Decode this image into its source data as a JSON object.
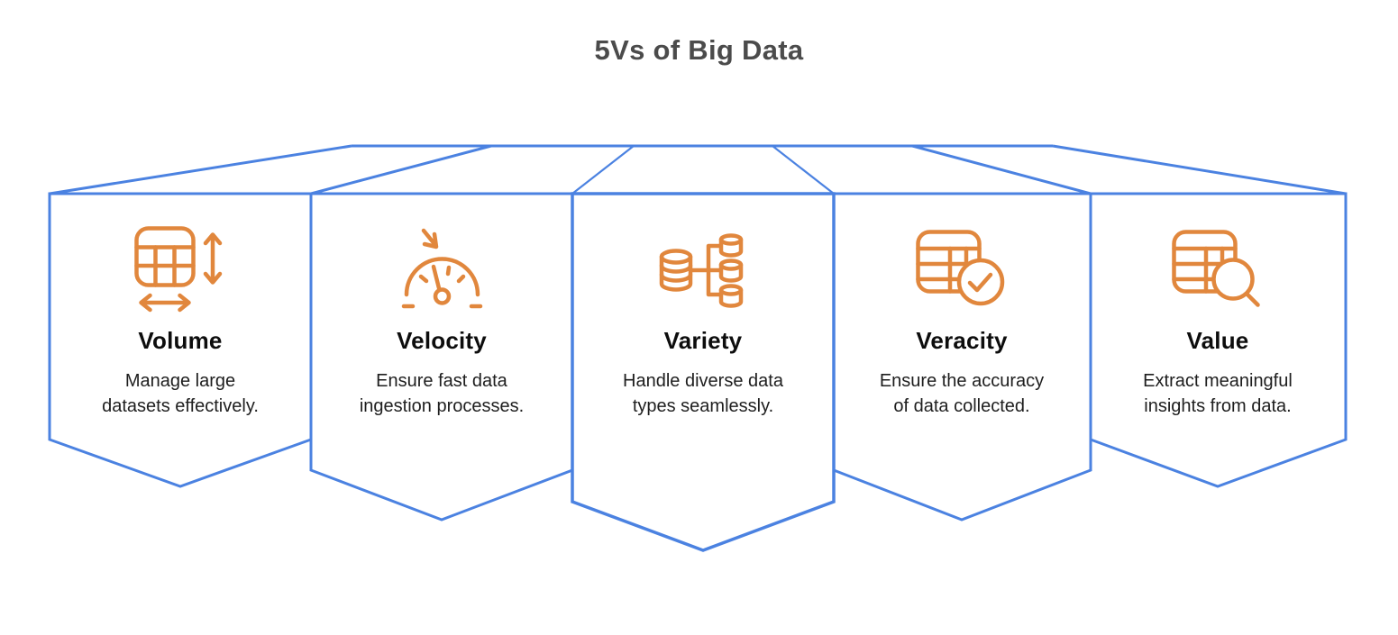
{
  "page": {
    "title": "5Vs of Big Data"
  },
  "theme": {
    "background": "#ffffff",
    "accent_blue": "#4b82e1",
    "accent_orange": "#e1873d",
    "heading_color": "#4b4b4b",
    "card_title_color": "#0d0d0d",
    "card_text_color": "#1e1e1e"
  },
  "cards": [
    {
      "id": "volume",
      "title": "Volume",
      "description": "Manage large\ndatasets effectively.",
      "icon": "table-resize-icon"
    },
    {
      "id": "velocity",
      "title": "Velocity",
      "description": "Ensure fast data\ningestion processes.",
      "icon": "speedometer-icon"
    },
    {
      "id": "variety",
      "title": "Variety",
      "description": "Handle diverse data\ntypes seamlessly.",
      "icon": "database-branch-icon"
    },
    {
      "id": "veracity",
      "title": "Veracity",
      "description": "Ensure the accuracy\nof data collected.",
      "icon": "table-check-icon"
    },
    {
      "id": "value",
      "title": "Value",
      "description": "Extract meaningful\ninsights from data.",
      "icon": "table-search-icon"
    }
  ]
}
